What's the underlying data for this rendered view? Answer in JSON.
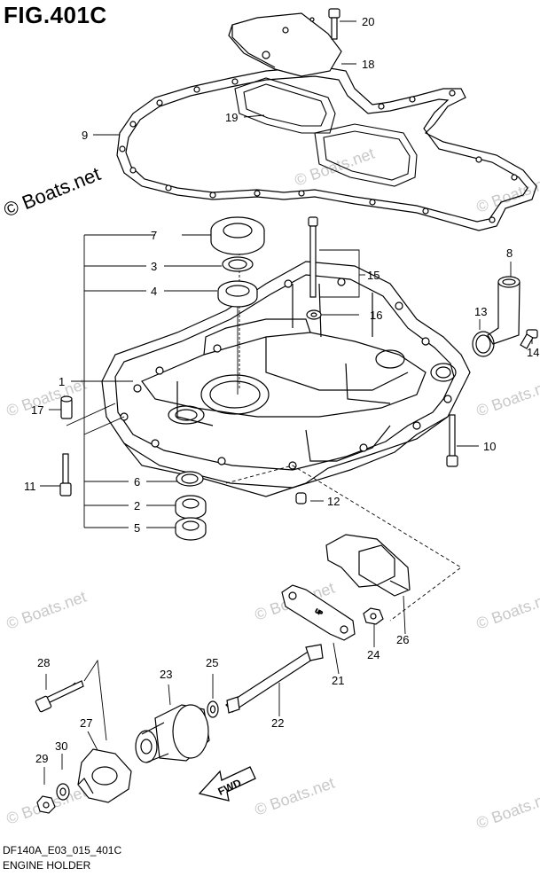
{
  "figure": {
    "title": "FIG.401C"
  },
  "footer": {
    "code": "DF140A_E03_015_401C",
    "name": "ENGINE HOLDER"
  },
  "copyright": {
    "main": "© Boats.net",
    "faint": "© Boats.net"
  },
  "direction": {
    "arrow_label": "FWD"
  },
  "part_labels": {
    "p1": "1",
    "p2": "2",
    "p3": "3",
    "p4": "4",
    "p5": "5",
    "p6": "6",
    "p7": "7",
    "p8": "8",
    "p9": "9",
    "p10": "10",
    "p11": "11",
    "p12": "12",
    "p13": "13",
    "p14": "14",
    "p15": "15",
    "p16": "16",
    "p17": "17",
    "p18": "18",
    "p19": "19",
    "p20": "20",
    "p21": "21",
    "p22": "22",
    "p23": "23",
    "p24": "24",
    "p25": "25",
    "p26": "26",
    "p27": "27",
    "p28": "28",
    "p29": "29",
    "p30": "30"
  },
  "gasket_text": {
    "up": "UP"
  },
  "colors": {
    "line": "#000000",
    "background": "#ffffff",
    "watermark": "#c8c8c8"
  }
}
